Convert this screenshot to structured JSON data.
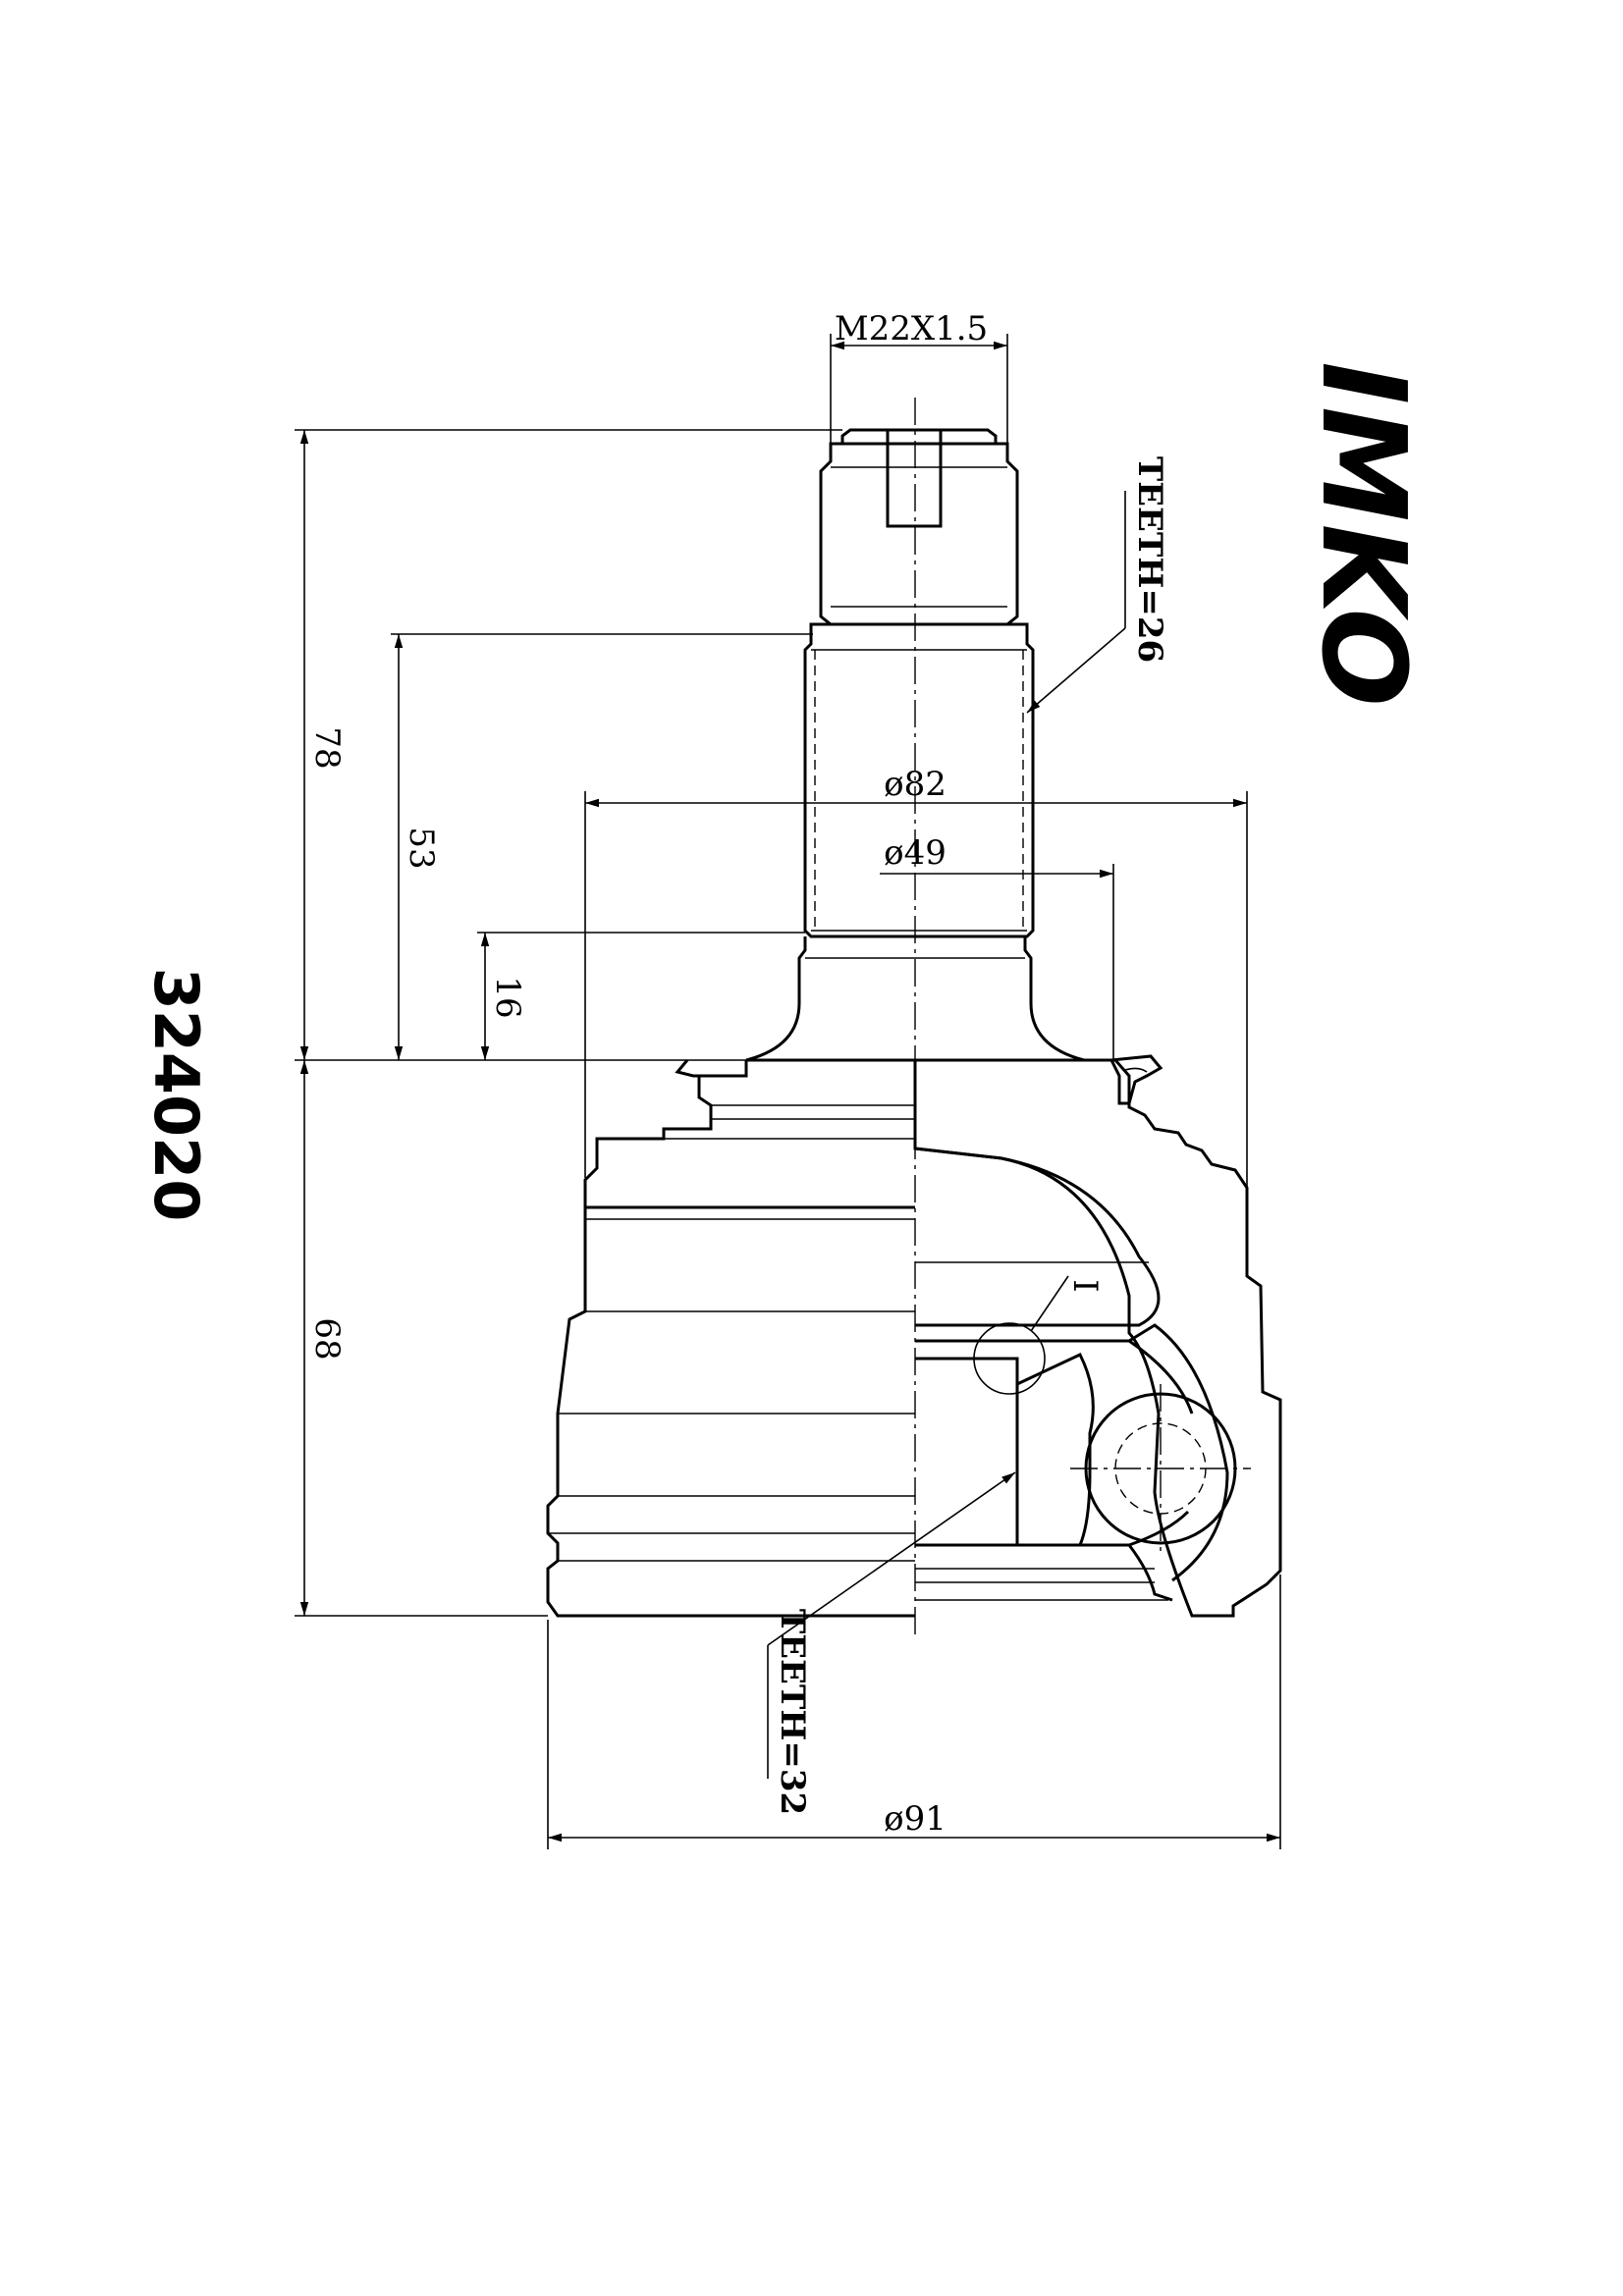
{
  "drawing": {
    "part_number": "324020",
    "logo_text": "IMKO",
    "thread_label": "M22X1.5",
    "outer_spline_label": "TEETH=26",
    "inner_spline_label": "TEETH=32",
    "detail_label": "I",
    "dimensions": {
      "overall_shaft_length": "78",
      "spline_length": "53",
      "shoulder_length": "16",
      "body_length": "68",
      "boot_diameter": "ø82",
      "seal_diameter": "ø49",
      "outer_diameter": "ø91"
    }
  }
}
